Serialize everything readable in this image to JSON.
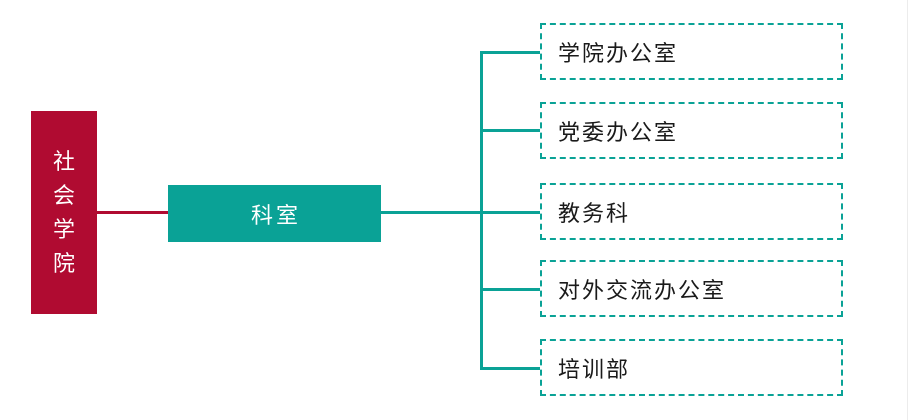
{
  "diagram": {
    "root": {
      "label": "社会学院"
    },
    "group": {
      "label": "科室"
    },
    "departments": [
      {
        "label": "学院办公室"
      },
      {
        "label": "党委办公室"
      },
      {
        "label": "教务科"
      },
      {
        "label": "对外交流办公室"
      },
      {
        "label": "培训部"
      }
    ],
    "colors": {
      "root_box": "#B00B31",
      "root_text": "#FFFFFF",
      "group_box": "#0AA296",
      "group_text": "#FFFFFF",
      "root_connector": "#B00B31",
      "branch_connector": "#0AA296",
      "department_border": "#0AA296",
      "department_text": "#1A1A1A",
      "background": "#FFFFFF"
    }
  }
}
